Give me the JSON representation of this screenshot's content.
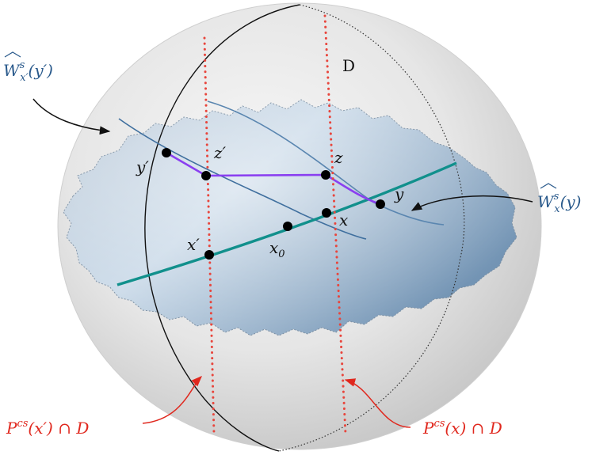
{
  "diagram": {
    "domain_label": "D",
    "stable_leaf_x_prime_label": {
      "base": "W",
      "sup": "s",
      "sub": "x′",
      "arg": "(y′)"
    },
    "stable_leaf_x_label": {
      "base": "W",
      "sup": "s",
      "sub": "x",
      "arg": "(y)"
    },
    "center_plaque_left_label": {
      "base": "P",
      "sup": "cs",
      "arg": "(x′) ∩ D"
    },
    "center_plaque_right_label": {
      "base": "P",
      "sup": "cs",
      "arg": "(x) ∩ D"
    },
    "points": {
      "y_prime": "y′",
      "z_prime": "z′",
      "z": "z",
      "y": "y",
      "x": "x",
      "x_prime": "x′",
      "x0_base": "x",
      "x0_sub": "0"
    },
    "colors": {
      "sphere_fill": "#dcdcdc",
      "region_fill": "#8aa6c0",
      "unstable_curve": "#11908c",
      "holonomy_path": "#8a3ff0",
      "stable_curves": "#3f6f9e",
      "plaque_dots": "#e8453c",
      "label_blue": "#2a5a8c",
      "label_red": "#e0281e"
    }
  }
}
